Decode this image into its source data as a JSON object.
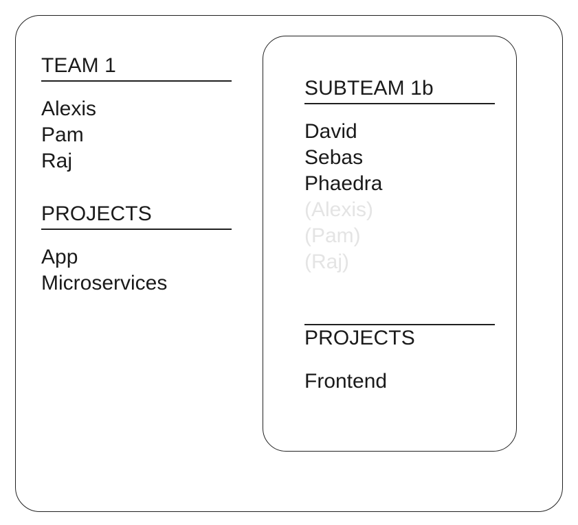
{
  "diagram": {
    "type": "nested-team-membership-diagram",
    "colors": {
      "border": "#1f1f1f",
      "text": "#1a1a1a",
      "inherited_text": "#e4e4e4",
      "background": "#ffffff"
    }
  },
  "team": {
    "name": "TEAM 1",
    "members_heading": "TEAM 1",
    "members": [
      {
        "label": "Alexis",
        "inherited": false
      },
      {
        "label": "Pam",
        "inherited": false
      },
      {
        "label": "Raj",
        "inherited": false
      }
    ],
    "projects_heading": "PROJECTS",
    "projects": [
      {
        "label": "App"
      },
      {
        "label": "Microservices"
      }
    ]
  },
  "subteam": {
    "name": "SUBTEAM 1b",
    "members_heading": "SUBTEAM 1b",
    "members": [
      {
        "label": "David",
        "inherited": false
      },
      {
        "label": "Sebas",
        "inherited": false
      },
      {
        "label": "Phaedra",
        "inherited": false
      },
      {
        "label": "(Alexis)",
        "inherited": true
      },
      {
        "label": "(Pam)",
        "inherited": true
      },
      {
        "label": "(Raj)",
        "inherited": true
      }
    ],
    "projects_heading": "PROJECTS",
    "projects": [
      {
        "label": "Frontend"
      }
    ]
  }
}
